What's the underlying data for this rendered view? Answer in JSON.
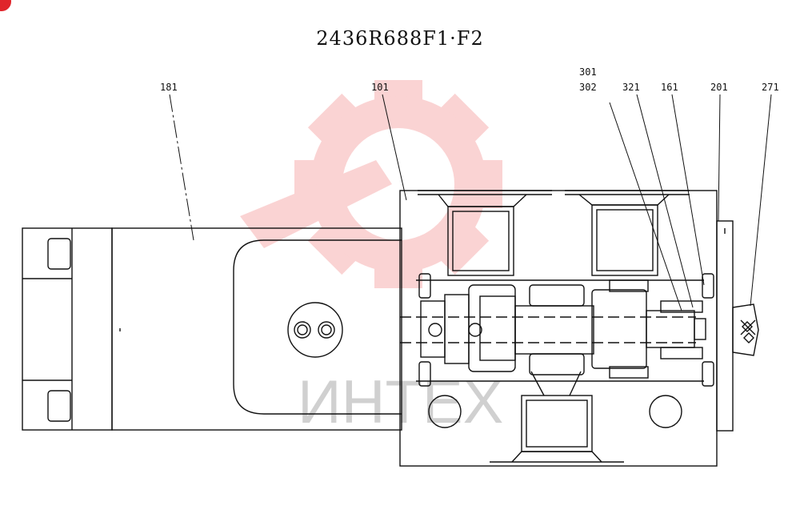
{
  "drawing_title": "2436R688F1·F2",
  "part_labels": {
    "p181": "181",
    "p101": "101",
    "p301": "301",
    "p302": "302",
    "p321": "321",
    "p161": "161",
    "p201": "201",
    "p271": "271"
  },
  "watermark": {
    "text": "ИНТЕХ",
    "color": "#f05a5a"
  },
  "colors": {
    "line": "#111111",
    "watermark_gear": "#f7b0b0",
    "corner_badge": "#e0252b"
  }
}
